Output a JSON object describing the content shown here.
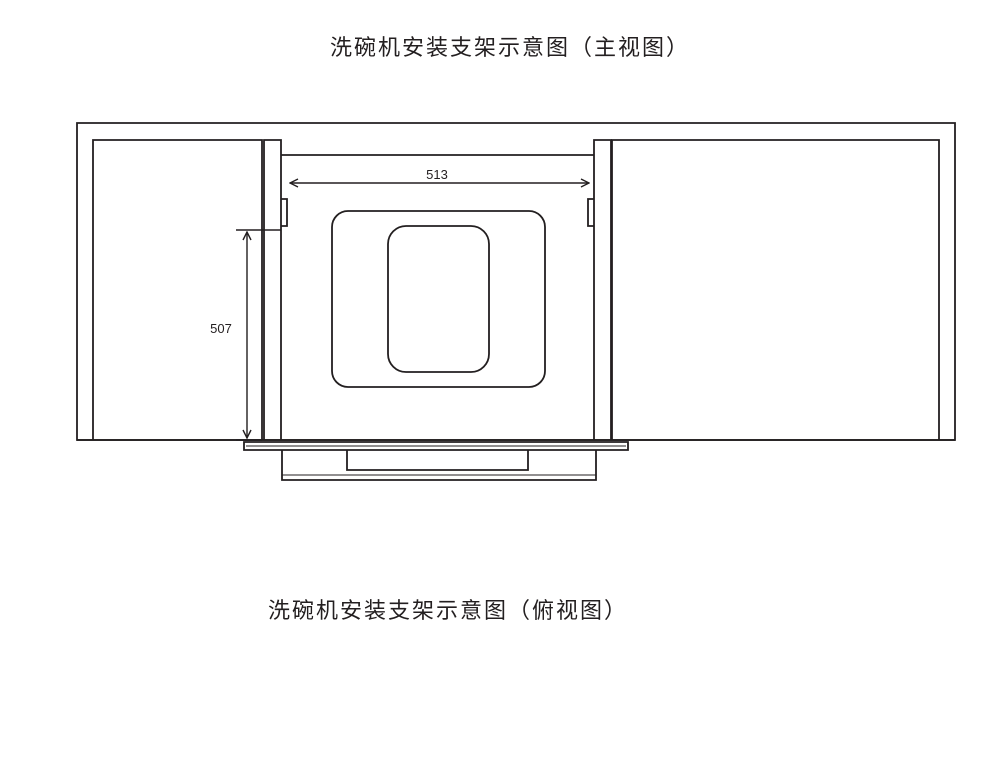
{
  "diagram": {
    "front_view_title": "洗碗机安装支架示意图（主视图）",
    "top_view_title": "洗碗机安装支架示意图（俯视图）",
    "dimensions": {
      "width_label": "513",
      "height_label": "507"
    },
    "colors": {
      "line": "#231f20",
      "background": "#ffffff"
    }
  }
}
